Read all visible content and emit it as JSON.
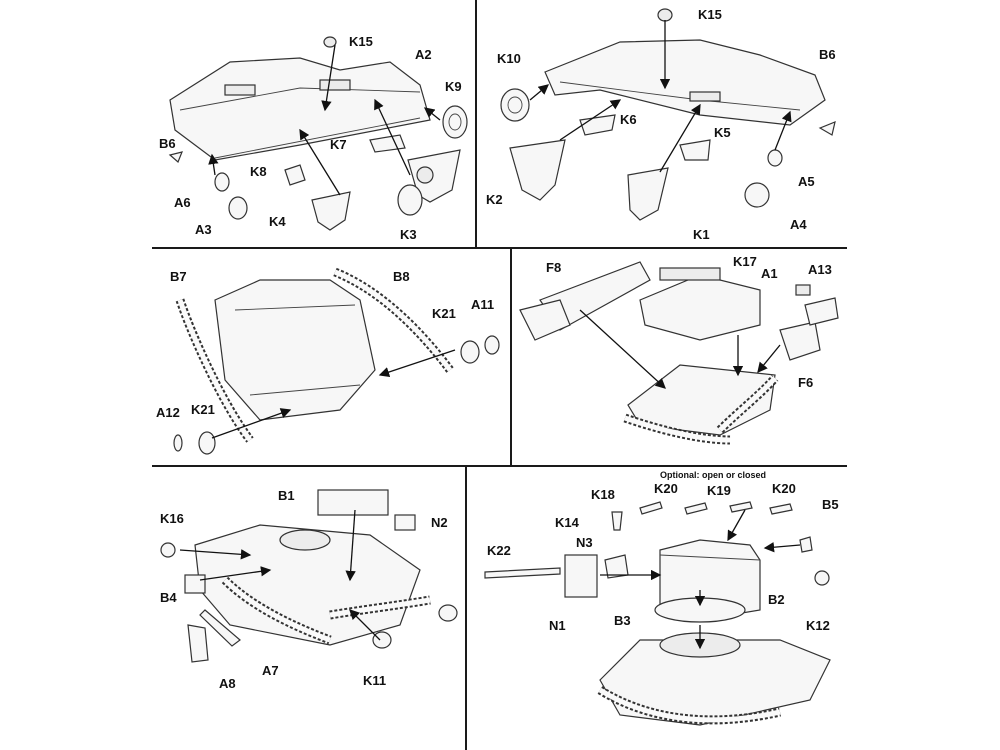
{
  "panels": {
    "p1": {
      "labels": [
        "K15",
        "A2",
        "K9",
        "B6",
        "A6",
        "A3",
        "K8",
        "K7",
        "K4",
        "K3"
      ]
    },
    "p2": {
      "labels": [
        "K15",
        "K10",
        "B6",
        "K6",
        "K5",
        "A5",
        "K2",
        "K1",
        "A4"
      ]
    },
    "p3": {
      "labels": [
        "B7",
        "B8",
        "K21",
        "A11",
        "A12",
        "K21"
      ]
    },
    "p4": {
      "labels": [
        "F8",
        "K17",
        "A1",
        "A13",
        "F6"
      ]
    },
    "p5": {
      "labels": [
        "B1",
        "K16",
        "N2",
        "B4",
        "A8",
        "A7",
        "K11"
      ]
    },
    "p6": {
      "note": "Optional: open or closed",
      "labels": [
        "K18",
        "K20",
        "K19",
        "K20",
        "B5",
        "K14",
        "N3",
        "K22",
        "B2",
        "N1",
        "B3",
        "K12"
      ]
    }
  }
}
